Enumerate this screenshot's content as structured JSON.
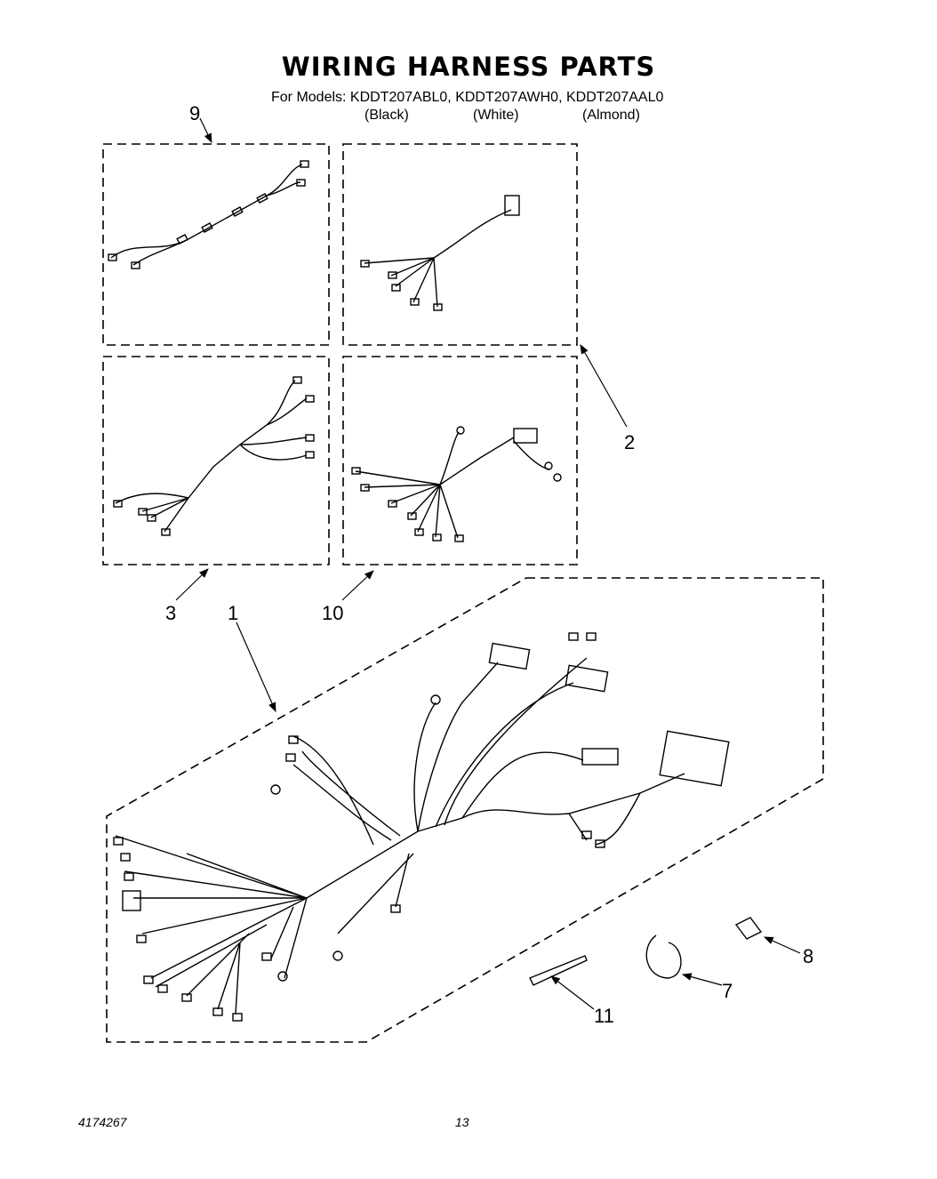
{
  "title": "WIRING HARNESS PARTS",
  "models_line": "For Models: KDDT207ABL0, KDDT207AWH0, KDDT207AAL0",
  "colors": [
    "(Black)",
    "(White)",
    "(Almond)"
  ],
  "callouts": [
    "9",
    "2",
    "3",
    "1",
    "10",
    "8",
    "7",
    "11"
  ],
  "footer": {
    "doc_number": "4174267",
    "page": "13"
  }
}
